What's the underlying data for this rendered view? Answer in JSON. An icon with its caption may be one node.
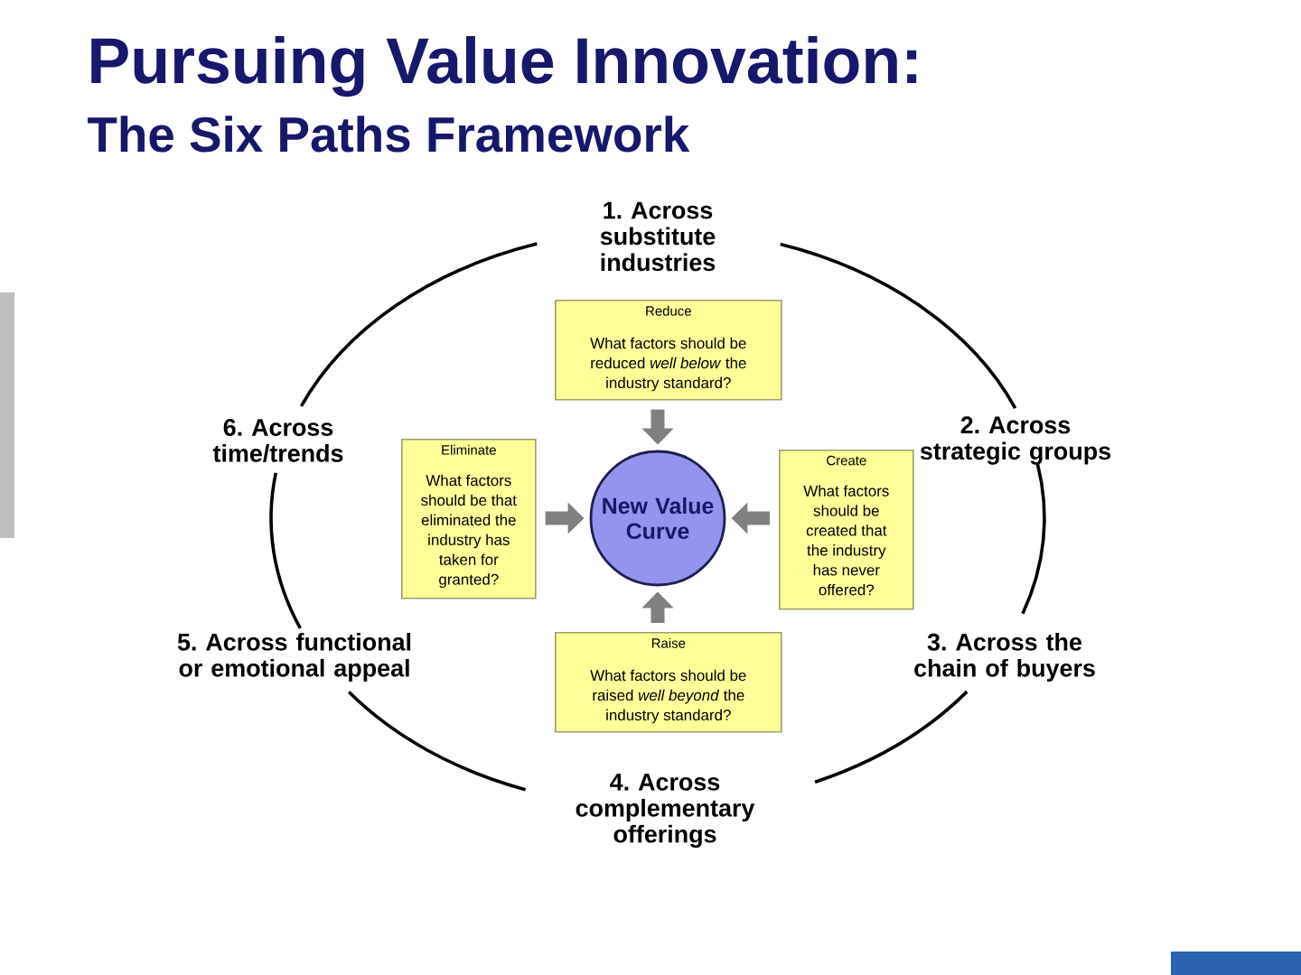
{
  "diagram": {
    "title": "Pursuing Value Innovation:",
    "nodes": [
      {
        "text": [
          "1. Across substitute industries"
        ]
      },
      {
        "text": [
          "2. Across strategic groups"
        ]
      },
      {
        "text": [
          "3. Across the chain of buyers"
        ]
      },
      {
        "text": [
          "4. Across complementary offerings"
        ]
      },
      {
        "text": [
          "5. Across functional or emotional appeal"
        ]
      },
      {
        "text": [
          "6. Across time/trends"
        ]
      },
      {
        "text": [
          "Reduce",
          "What factors should be reduced *well below* the industry standard?"
        ]
      },
      {
        "text": [
          "Eliminate",
          "What factors should be that eliminated the industry has taken for granted?"
        ]
      },
      {
        "text": [
          "Create",
          "What factors should be created that the industry has never offered?"
        ]
      },
      {
        "text": [
          "Raise",
          "What factors should be raised *well beyond* the industry standard?"
        ]
      },
      {
        "text": [
          "New Value Curve"
        ]
      }
    ],
    "edges": [
      {
        "from": 0,
        "to": 1,
        "arrow": "none"
      },
      {
        "from": 1,
        "to": 2,
        "arrow": "none"
      },
      {
        "from": 2,
        "to": 3,
        "arrow": "none"
      },
      {
        "from": 3,
        "to": 4,
        "arrow": "none"
      },
      {
        "from": 4,
        "to": 5,
        "arrow": "none"
      },
      {
        "from": 5,
        "to": 0,
        "arrow": "none"
      },
      {
        "from": 6,
        "to": 10,
        "arrow": "to",
        "style": "thick",
        "color": "#808080"
      },
      {
        "from": 7,
        "to": 10,
        "arrow": "to",
        "style": "thick",
        "color": "#808080"
      },
      {
        "from": 8,
        "to": 10,
        "arrow": "to",
        "style": "thick",
        "color": "#808080"
      },
      {
        "from": 9,
        "to": 10,
        "arrow": "to",
        "style": "thick",
        "color": "#808080"
      }
    ],
    "labels": [
      "The Six Paths Framework"
    ]
  }
}
